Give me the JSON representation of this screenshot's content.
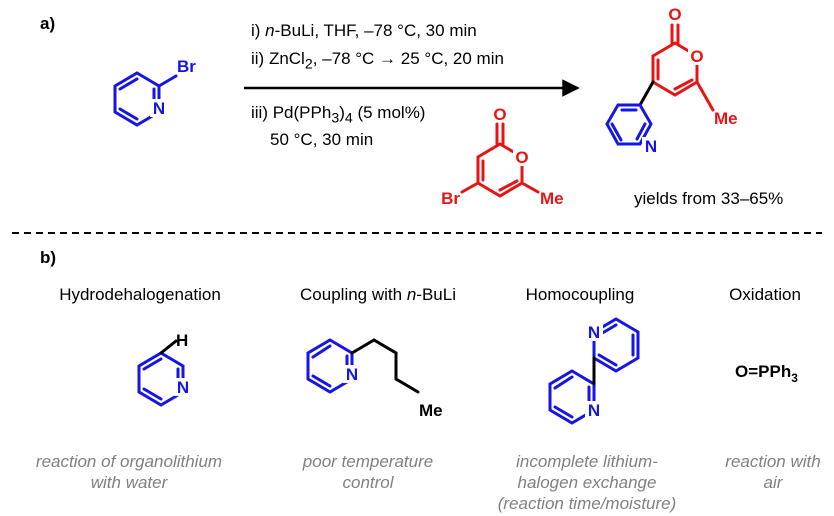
{
  "colors": {
    "blue": "#1515e8",
    "red": "#e81414",
    "black": "#000000",
    "gray": "#808080"
  },
  "panel_a": {
    "label": "a)",
    "conditions": {
      "step1": {
        "prefix": "i) ",
        "italic": "n",
        "rest": "-BuLi, THF, –78 °C, 30 min"
      },
      "step2": {
        "prefix": "ii) ZnCl",
        "sub": "2",
        "rest": ", –78 °C → 25 °C, 20 min"
      },
      "step3": {
        "prefix": "iii) Pd(PPh",
        "sub": "3",
        "mid": ")",
        "sub2": "4",
        "rest": " (5 mol%)"
      },
      "step3b": "50 °C, 30 min"
    },
    "reactant_atoms": {
      "br": "Br",
      "n": "N"
    },
    "partner_atoms": {
      "o_carbonyl": "O",
      "o_ring": "O",
      "br": "Br",
      "me": "Me"
    },
    "product_atoms": {
      "o_carbonyl": "O",
      "o_ring": "O",
      "me": "Me",
      "n": "N"
    },
    "yield_text": "yields from 33–65%"
  },
  "panel_b": {
    "label": "b)",
    "side_products": [
      {
        "heading": "Hydrodehalogenation",
        "atoms": {
          "n": "N",
          "h": "H"
        },
        "note": [
          "reaction of organolithium",
          "with water"
        ]
      },
      {
        "heading_pre": "Coupling with ",
        "heading_italic": "n",
        "heading_post": "-BuLi",
        "atoms": {
          "n": "N",
          "me": "Me"
        },
        "note": [
          "poor temperature",
          "control"
        ]
      },
      {
        "heading": "Homocoupling",
        "atoms": {
          "n1": "N",
          "n2": "N"
        },
        "note": [
          "incomplete lithium-",
          "halogen exchange",
          "(reaction time/moisture)"
        ]
      },
      {
        "heading": "Oxidation",
        "formula": {
          "pre": "O=PPh",
          "sub": "3"
        },
        "note": [
          "reaction with",
          "air"
        ]
      }
    ]
  }
}
